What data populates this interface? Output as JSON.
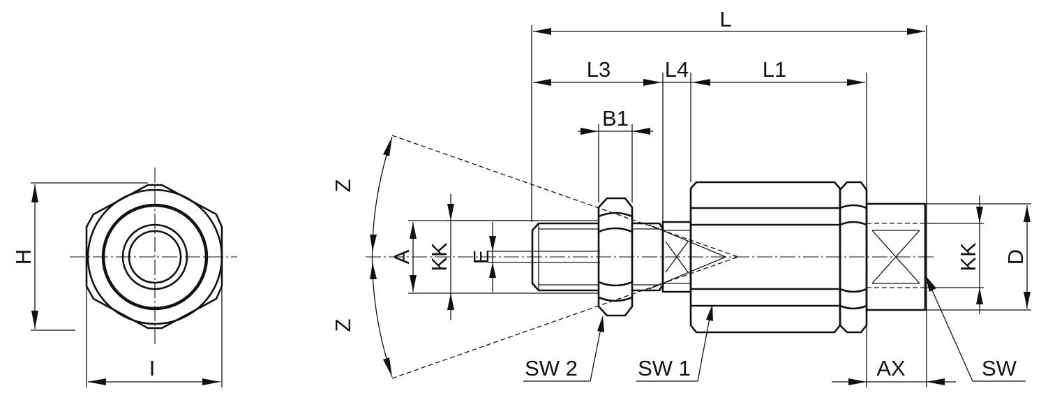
{
  "drawing": {
    "labels": {
      "H": "H",
      "I": "I",
      "L": "L",
      "L3": "L3",
      "L4": "L4",
      "L1": "L1",
      "B1": "B1",
      "Z_top": "Z",
      "Z_bottom": "Z",
      "A": "A",
      "KK_left": "KK",
      "E": "E",
      "KK_right": "KK",
      "D": "D",
      "SW2": "SW 2",
      "SW1": "SW 1",
      "AX": "AX",
      "SW": "SW"
    }
  }
}
